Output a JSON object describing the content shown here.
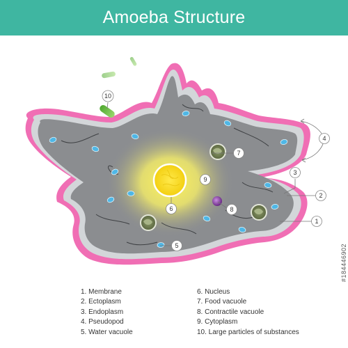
{
  "title": "Amoeba Structure",
  "callouts": [
    "1",
    "2",
    "3",
    "4",
    "5",
    "6",
    "7",
    "8",
    "9",
    "10"
  ],
  "legend": {
    "left": [
      "1. Membrane",
      "2. Ectoplasm",
      "3. Endoplasm",
      "4. Pseudopod",
      "5. Water vacuole"
    ],
    "right": [
      "6. Nucleus",
      "7. Food vacuole",
      "8. Contractile vacuole",
      "9. Cytoplasm",
      "10. Large particles of substances"
    ]
  },
  "stock_id": "#184446902",
  "colors": {
    "header": "#3fb6a1",
    "membrane": "#f06eb4",
    "ectoplasm": "#d3d6d9",
    "endoplasm": "#8b8d90",
    "nucleus": "#f7e21a",
    "food_vacuole": "#6d7a4c",
    "water_vacuole": "#4fb7e6",
    "contractile_vacuole": "#8b3fa6",
    "particles": "#6cc24a"
  }
}
